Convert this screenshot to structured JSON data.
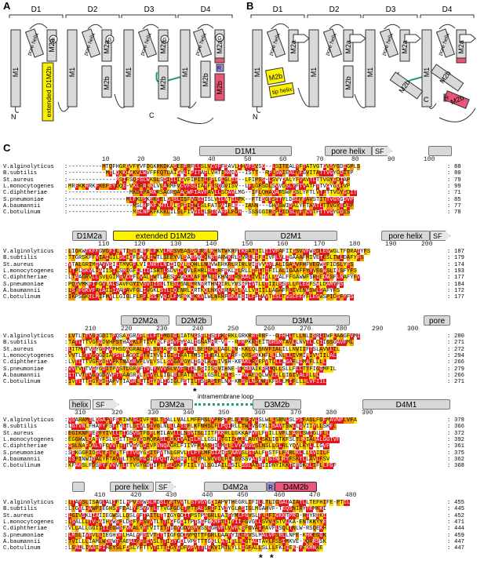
{
  "panels": {
    "a": "A",
    "b": "B",
    "c": "C"
  },
  "topology": {
    "domains_a": [
      "D1",
      "D2",
      "D3",
      "D4"
    ],
    "domains_b": [
      "D1",
      "D2",
      "D3",
      "D4"
    ],
    "labels": {
      "m1": "M1",
      "m2a": "M2a",
      "m2b": "M2b",
      "pore": "pore helix",
      "g": "G",
      "ext": "extended D1M2b",
      "n": "N",
      "c": "C",
      "r": "R",
      "tip": "tip helix"
    }
  },
  "sec_rows": [
    {
      "items": [
        {
          "label": "D1M1",
          "kind": "box"
        },
        {
          "label": "pore helix",
          "kind": "box"
        },
        {
          "label": "SF",
          "kind": "arrow"
        }
      ]
    },
    {
      "items": [
        {
          "label": "D1M2a",
          "kind": "box"
        },
        {
          "label": "extended D1M2b",
          "kind": "yellow"
        },
        {
          "label": "D2M1",
          "kind": "box"
        },
        {
          "label": "pore helix",
          "kind": "box"
        },
        {
          "label": "SF",
          "kind": "arrow"
        }
      ]
    },
    {
      "items": [
        {
          "label": "D2M2a",
          "kind": "box"
        },
        {
          "label": "D2M2b",
          "kind": "box"
        },
        {
          "label": "D3M1",
          "kind": "box"
        },
        {
          "label": "pore",
          "kind": "box"
        }
      ]
    },
    {
      "items": [
        {
          "label": "helix",
          "kind": "box"
        },
        {
          "label": "SF",
          "kind": "arrow"
        },
        {
          "label": "D3M2a",
          "kind": "box"
        },
        {
          "label": "intramembrane loop",
          "kind": "text"
        },
        {
          "label": "D3M2b",
          "kind": "box"
        },
        {
          "label": "D4M1",
          "kind": "box"
        }
      ]
    },
    {
      "items": [
        {
          "label": "pore helix",
          "kind": "box"
        },
        {
          "label": "SF",
          "kind": "arrow"
        },
        {
          "label": "D4M2a",
          "kind": "box"
        },
        {
          "label": "R",
          "kind": "text"
        },
        {
          "label": "D4M2b",
          "kind": "red"
        }
      ]
    }
  ],
  "rulers": [
    [
      "10",
      "20",
      "30",
      "40",
      "50",
      "60",
      "70",
      "80",
      "90",
      "100"
    ],
    [
      "110",
      "120",
      "130",
      "140",
      "150",
      "160",
      "170",
      "180",
      "190",
      "200"
    ],
    [
      "210",
      "220",
      "230",
      "240",
      "250",
      "260",
      "270",
      "280",
      "290",
      "300"
    ],
    [
      "310",
      "320",
      "330",
      "340",
      "350",
      "360",
      "370",
      "380",
      "390"
    ],
    [
      "410",
      "420",
      "430",
      "440",
      "450",
      "460",
      "470",
      "480"
    ]
  ],
  "species": [
    "V.alginolyticus",
    "B.subtilis",
    "St.aureus",
    "L.monocytogenes",
    "C.diphtheriae",
    "S.pneumoniae",
    "A.baumannii",
    "C.botulinum"
  ],
  "blocks": [
    {
      "seqs": [
        "----------MTQFHGRGVFYVFDGKRKDKAGEEFRFLLSLVCVFFSAVLIHVFSVSG--LSITEALYFTATVGTGVSYGDIGPLS",
        "-----------MTLQKKIWKVLWVFFFQTLAIGYLIPITAFLVHTIHAIV--ISTT--RPLSWIEALYFGVITATTVGYGDITP",
        "--------------MSIFSQFSLWKSLSDIILIGVFIPITLFPLGLGLIS--LFIPSS-LSVYDALYFVAVTLTTVGYGDIAP",
        "MREKKRRKFKEFEYDQE-VKLRRLKLVLARMFVCVFSLIAYFLSQGVISV--LFLGFSDLSVVDSLYFTVATFTTVGYGDIVP",
        "------------------MKDTPARKRSAGRQAAVWFIAVFAVLLSCAVLMG--IFLQHAQAFSWFDSLYFTLVTFTTVGYGDIT",
        "-----------------MLFKLSKEKIELGLSLISFVGGIISLVILNTILPK--FTESGESITYLDSLYFAVSTITTVGYGDVP",
        "-------------------MSLHPKFKHTLNLSPFIIWLSLFATSAIFLG--IANN---GHVSWIDALYFTAATLTTVGYGDLP",
        "-------------------MSLNPKFKKKLILSLFIVGILLSISAFPLFGH--SSSGGIRSPLIDSLYFTCVTFTTVGYGDIS"
      ],
      "nums": [
        "88",
        "80",
        "79",
        "99",
        "71",
        "85",
        "77",
        "78"
      ]
    },
    {
      "seqs": [
        "LIGKWTKFFGVGFILMTIIGLLGFLFKVLMESVEASSGERRLKHNTWKRFTKEATLILIIVFAFIIGSVVFWSDLEGWGLTFDRAIYFS",
        "TTGRSKFFVIAIGILSCIGFLAVLIWTLSEEYVLSAEPQLQNRTARWKRLGVRLLIFLIVFLVLIGAAAFMIVETESLTWLDAFYFS",
        "VTALGRIMIAVVSILTMVGFLVILNRTLNDIIQNLRQHLLNNVWERKRLRIRLVIFVVAVLALIGAAVFHFVEGWSFIDSLYFS",
        "LTPLGKVLIAIISILSMIGFLLIIISRTLSDVIMQVLEHRLRLERFKKLGLRLLIFLTIFILALIGAAFFYYVEGWSLINSFYFS",
        "LTAAGRVLLSVLGIMSVCGFLVALIWTLAESFAGKLNAFLPNLSKHNRLRSAALIVLIVLLAALFFGAWWFSRIEDWSFLNAFYFV",
        "PQGVMKFIFGVLALSAVFGYIVSVIISLLTESLSNLLRNRRTHNKIRLYVSWFIVTLLTIILSSFLLFLEGFSWLDAMYFS",
        "LSFFGKVFAIAIIIAAFAVFGLIVGKLSTLIQENRLQRTKQLNKQRRLAGLVLLVLIILLAGAFFLIVENWSWLDAFYFS",
        "IKPSGKILMIFMVLLGIGLFLFFLSSFVQDLFMEKKEKKVLWLNRHFSKVEIILFFIAVTISLTGSCFFYFLEGWSPIDSFYFS"
      ],
      "nums": [
        "187",
        "179",
        "174",
        "193",
        "177",
        "184",
        "172",
        "177"
      ]
    },
    {
      "seqs": [
        "LVTLTTVGFGDITPQSAGGRVFLILFTIMGIGLIATNLSFLISEFKSRKLGRKRRTRRF--GFHHLTLLNLISRLIWFLAAGFVMI",
        "TATLTTVGFGDVHPSTHAGKLFTIVYMLFSIVFYAALIGNAMHR-VR--RFRPKRIEITGRSMTAVLLNVTLLCIIGSGAVFML",
        "LITMTTVGYGDMAPHSDAGRALTVLSVLAGFGLFAILLSELGKRLAGLHN-KKLQLSNVFIALILLNVIIFTSLAVVLIL",
        "VVTLSTVGYGDIAPSTLAGKIFTVIYVLIGIGIFATTMSTITEKLLGVRF-QRSSKKHFLLLNLLLIVMIMIVAIILAL",
        "LVTLTTVGFGDIVPKTNAGRVFLVLYSLLSVGAAGYLIGKLASTIVSH-KEAKLRGEPVTLLLLGAFLGMAFLLLL",
        "VVTVTTVGYGDITPVSTLGRYFTVLYVVVSLVVFSTLLSSIISRVIHNE-EKRAAIKRRLQLLSLLFLLTTFIGGMFIL",
        "ITTVTTVGYGDVVPTTAAGRMLTIVYLLIGLGLFATTLNELGSRLIGLS--KNAEKQLWVLMLLIGIVALFLLL",
        "IVTLTTIGYGDIAPVTIAGRLLTIIYVLIGIGLFSTILTSFASEFLNK-KRSFLNSKWFKFSLLMIFLLLLVFIIL"
      ],
      "nums": [
        "280",
        "271",
        "272",
        "294",
        "266",
        "279",
        "266",
        "271"
      ]
    },
    {
      "seqs": [
        "QSABAMTLQSAPYFSFIWNSLIVFLGLTSALLVALLMFFMSLVPRPTPLSAFGFVLSLWLLSRNLSLPSFASLFGFMAVNPLVFA",
        "LGTVNLFHAFYFSFTYLTLSIVLSIVGLNLLLAISFLKFNHSLFLPQIRLLTWLVSGYLISAVTSWLLQVIIYLLSKFL",
        "EGIKNFFESFYIVLLTIGSVGTFGFLMILAVLLLSSVISLIITFKKRLLGKKAPVFLFTILLVFLSAFLSWIGLFLL",
        "EGGHWLDAFYFSLVSITTIGYGDMQPASLGGKIVAIILMLLGSLFTGIIIMLLANYLSKLIGTKFSLTLKIALALGGTVF",
        "GSLNAFDALYFCVVTLTTVGYGDIVPVNQAGRLFIIVFMLASIILMGLLVYGAVGSLNSLLGLRLYQVLKYLLLGVF",
        "SEKGGFIDSLYFTVMTFTTVGYGDITPVTNLGRVLTLFYLMFGIAIFSAAVSLSTALFTSTFLFNRLKLLLAVIILF",
        "ISFINWIDALYFTAVTLTTVGFGDIVPQTTAGRIFTLLYMLVGVGLFLLSVSSVATSFLSTNIRTFSKTLLAVLFSV",
        "KFAKSLFDSFYFVVVTLTTVGYGDIIPTTSLGKFFIILYVLSGIAILASILSSLATSIIDNYIKKTIFDKKLIFLLFGF"
      ],
      "nums": [
        "378",
        "366",
        "372",
        "392",
        "361",
        "375",
        "362",
        "368"
      ]
    },
    {
      "seqs": [
        "LTAYSLISAGLALIFILHPVEGWSLMDSLYFTVVTLSTVGYGDIAPVTHEGRLIFILLTLIGGALAIATLLTEFHIFE-PTIL",
        "LTGVLIAWPIEGHSFFEALYFSVVTLTTVGFGDLTPTTALSRIFIVIYGLASIGLMGAHVF-TEQSNIRYTEMKKI",
        "LGIVSKLIAIIEGWSLLDSLYFTAITLTTIGYGDITPSTPAGRLLAIFYMLFGVSLFLLFIGKKTPRD-HIYREKI",
        "LSALLLTVIAIHGWSFLDSFYFSVVTLTTIGFGDITPTSGFGKMFTLIYIIFGVGLLSVVLSTVLKA-ENTKKYYE",
        "VLLALLGGIIIIEGWSFVNALYFTVITITTIGYGDVSPVSSGGRVFLVVFLSFGVAIFAVFLSQLTNLW-RSQEKH",
        "LMSLIVFVLLIEGHDFLHALYFSIVTITTIGFGDIVPQTTFGRLLAAFYILIGVSLMALVFSRLLNPE-KHKEGGK",
        "TVILLLIAMLWDNWTFAEALYFSIVSLTTIGYGDLVPSTTTGKLLATIFLLLGTALTAVLFSSIMKVE-KQRRSSK",
        "LSALLIAAIFIHEYSLFDSLYFTTVTITTIGYGDFVPVTTLGKVIMTLYLLIGFALLSLLLFKIIEK-YEKMNKE"
      ],
      "nums": [
        "455",
        "445",
        "452",
        "471",
        "444",
        "459",
        "447",
        "447"
      ]
    }
  ],
  "stars": [
    "*",
    "*",
    "*"
  ],
  "loop_label": "intramembrane loop"
}
